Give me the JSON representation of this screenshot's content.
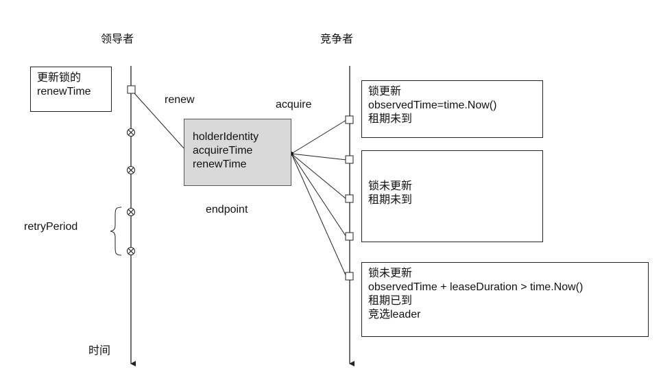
{
  "lanes": {
    "leader": "领导者",
    "contender": "竞争者",
    "time": "时间"
  },
  "labels": {
    "renew": "renew",
    "acquire": "acquire",
    "endpoint": "endpoint",
    "retry_period": "retryPeriod"
  },
  "leader_note": [
    "更新锁的",
    "renewTime"
  ],
  "endpoint_fields": [
    "holderIdentity",
    "acquireTime",
    "renewTime"
  ],
  "contender_notes": [
    [
      "锁更新",
      "observedTime=time.Now()",
      "租期未到"
    ],
    [
      "锁未更新",
      "租期未到"
    ],
    [
      "锁未更新",
      "observedTime + leaseDuration > time.Now()",
      "租期已到",
      "竞选leader"
    ]
  ],
  "icons": {
    "leader_events": [
      "square-node-icon",
      "x-node-icon",
      "x-node-icon",
      "x-node-icon",
      "x-node-icon"
    ],
    "contender_events": [
      "square-node-icon",
      "square-node-icon",
      "square-node-icon",
      "square-node-icon",
      "square-node-icon"
    ]
  },
  "colors": {
    "endpoint_fill": "#d9d9d9",
    "line": "#222222"
  }
}
